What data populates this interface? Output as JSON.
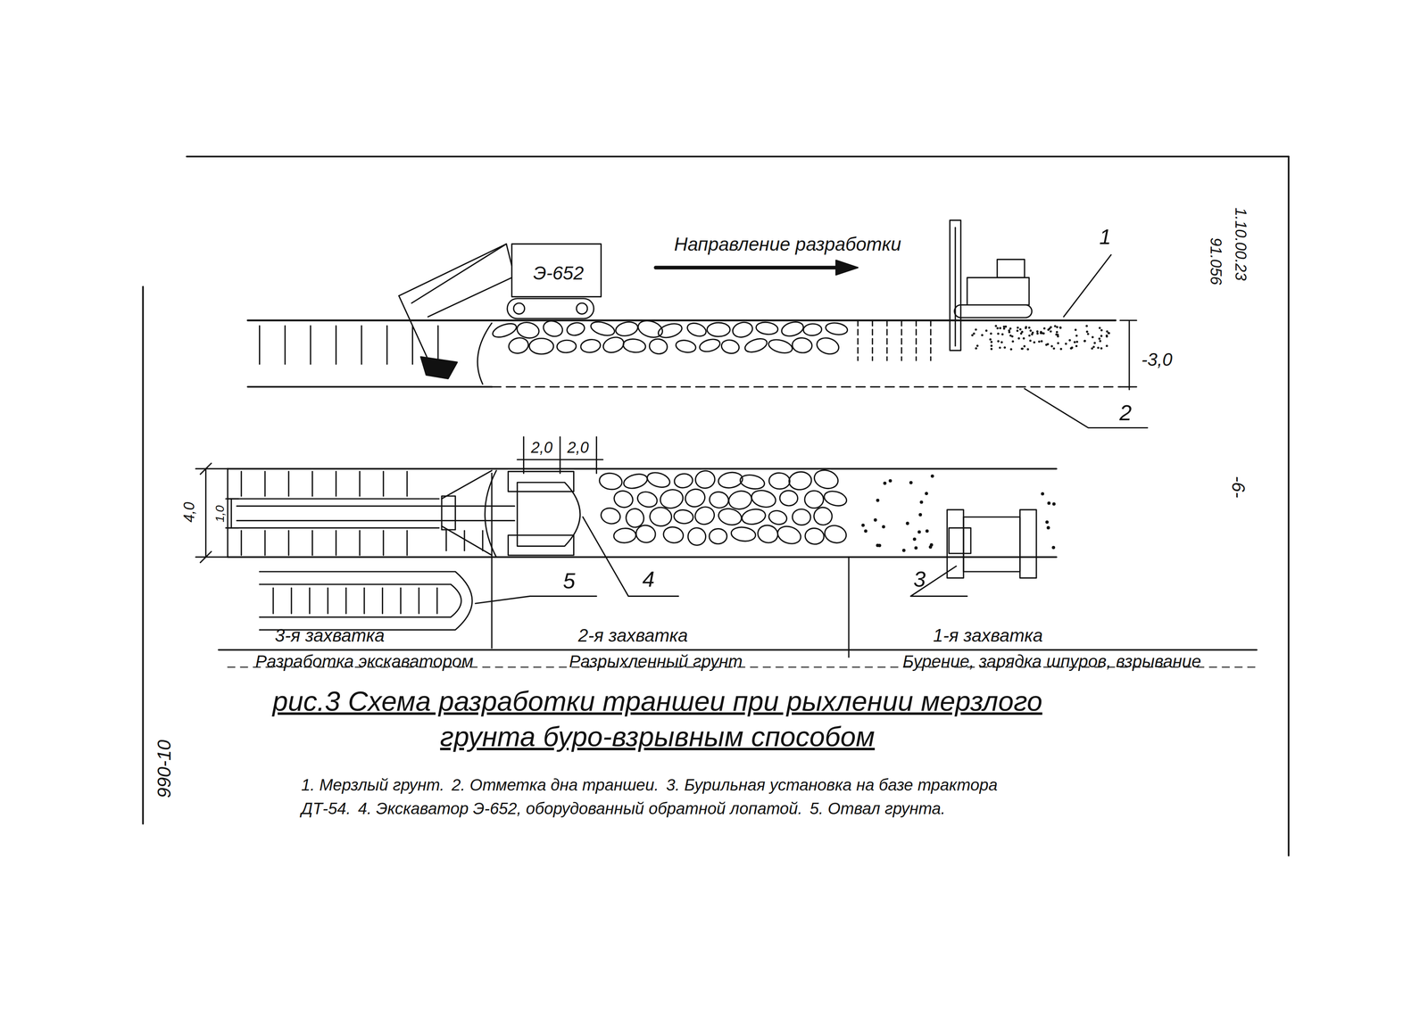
{
  "diagram": {
    "caption": "рис.3 Схема разработки траншеи при рыхлении мерзлого грунта буро-взрывным способом",
    "labels": [
      "Направление разработки",
      "Э-652",
      "1.10.00.23",
      "91.056",
      "1",
      "-3,0",
      "2",
      "2,0",
      "2,0",
      "4,0",
      "1,0",
      "5",
      "4",
      "3",
      "3-я захватка",
      "2-я захватка",
      "1-я захватка",
      "Разработка экскаватором",
      "Разрыхленный грунт",
      "Бурение, зарядка шпуров, взрывание",
      "1. Мерзлый грунт.",
      "2. Отметка дна траншеи.",
      "3. Бурильная установка на базе трактора ДТ-54.",
      "4. Экскаватор Э-652, оборудованный обратной лопатой.",
      "5. Отвал грунта.",
      "-6-",
      "990-10"
    ]
  }
}
